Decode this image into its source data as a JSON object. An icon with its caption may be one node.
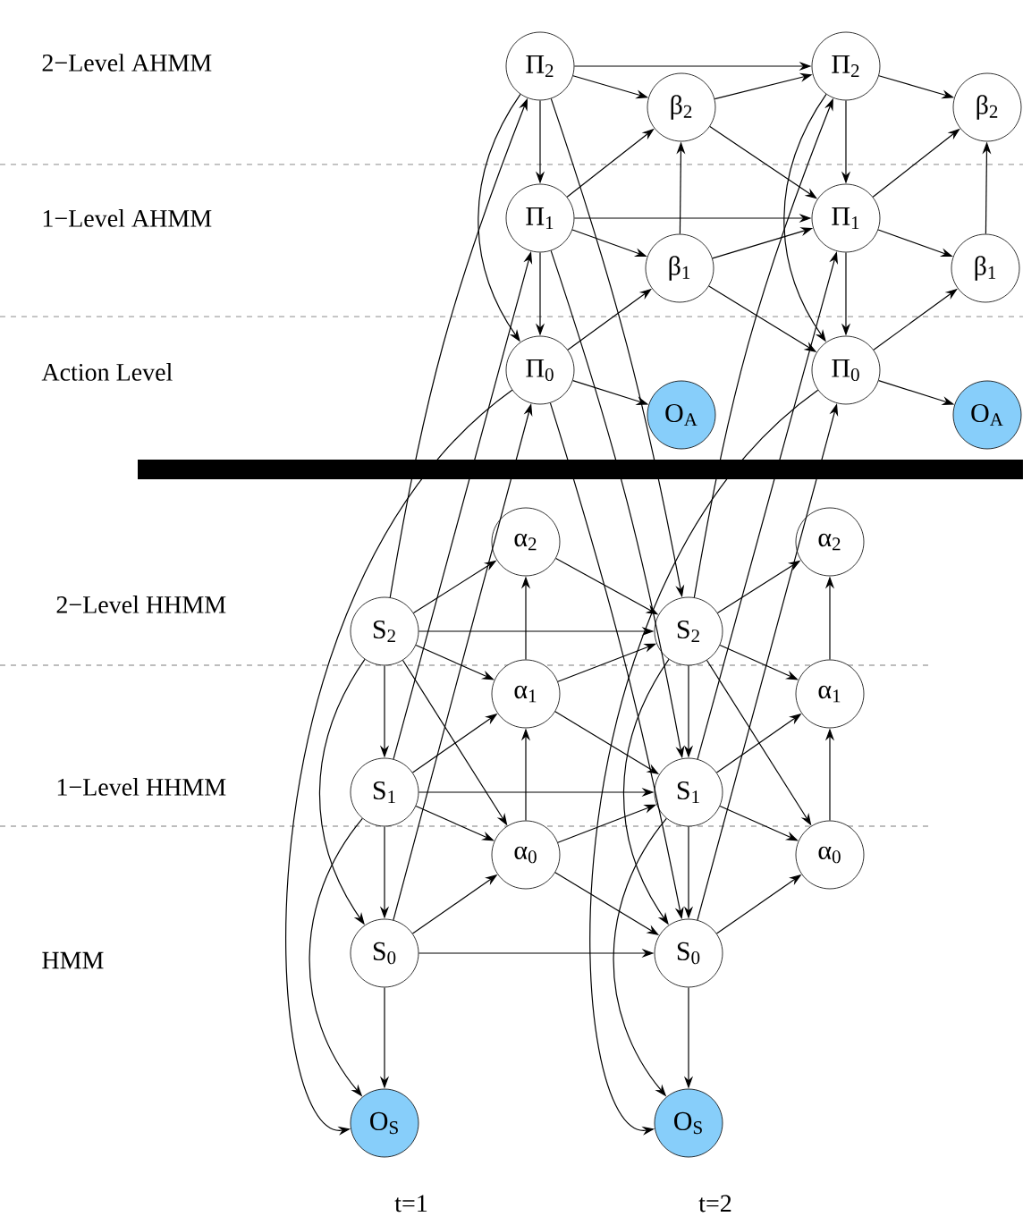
{
  "diagram": {
    "nodes": [
      {
        "text": [
          "Π$_{2}$"
        ]
      },
      {
        "text": [
          "β$_{2}$"
        ]
      },
      {
        "text": [
          "Π$_{1}$"
        ]
      },
      {
        "text": [
          "β$_{1}$"
        ]
      },
      {
        "text": [
          "Π$_{0}$"
        ]
      },
      {
        "text": [
          "O$_{A}$"
        ]
      },
      {
        "text": [
          "Π$_{2}$"
        ]
      },
      {
        "text": [
          "β$_{2}$"
        ]
      },
      {
        "text": [
          "Π$_{1}$"
        ]
      },
      {
        "text": [
          "β$_{1}$"
        ]
      },
      {
        "text": [
          "Π$_{0}$"
        ]
      },
      {
        "text": [
          "O$_{A}$"
        ]
      },
      {
        "text": [
          "S$_{2}$"
        ]
      },
      {
        "text": [
          "α$_{2}$"
        ]
      },
      {
        "text": [
          "α$_{1}$"
        ]
      },
      {
        "text": [
          "S$_{1}$"
        ]
      },
      {
        "text": [
          "α$_{0}$"
        ]
      },
      {
        "text": [
          "S$_{0}$"
        ]
      },
      {
        "text": [
          "O$_{S}$"
        ]
      },
      {
        "text": [
          "S$_{2}$"
        ]
      },
      {
        "text": [
          "α$_{2}$"
        ]
      },
      {
        "text": [
          "α$_{1}$"
        ]
      },
      {
        "text": [
          "S$_{1}$"
        ]
      },
      {
        "text": [
          "α$_{0}$"
        ]
      },
      {
        "text": [
          "S$_{0}$"
        ]
      },
      {
        "text": [
          "O$_{S}$"
        ]
      }
    ],
    "edges": [
      {
        "from": 0,
        "to": 1,
        "arrow": "to"
      },
      {
        "from": 0,
        "to": 2,
        "arrow": "to"
      },
      {
        "from": 2,
        "to": 1,
        "arrow": "to"
      },
      {
        "from": 3,
        "to": 1,
        "arrow": "to"
      },
      {
        "from": 2,
        "to": 3,
        "arrow": "to"
      },
      {
        "from": 2,
        "to": 4,
        "arrow": "to"
      },
      {
        "from": 4,
        "to": 3,
        "arrow": "to"
      },
      {
        "from": 4,
        "to": 5,
        "arrow": "to"
      },
      {
        "from": 0,
        "to": 4,
        "arrow": "to"
      },
      {
        "from": 6,
        "to": 7,
        "arrow": "to"
      },
      {
        "from": 6,
        "to": 8,
        "arrow": "to"
      },
      {
        "from": 8,
        "to": 7,
        "arrow": "to"
      },
      {
        "from": 9,
        "to": 7,
        "arrow": "to"
      },
      {
        "from": 8,
        "to": 9,
        "arrow": "to"
      },
      {
        "from": 8,
        "to": 10,
        "arrow": "to"
      },
      {
        "from": 10,
        "to": 9,
        "arrow": "to"
      },
      {
        "from": 10,
        "to": 11,
        "arrow": "to"
      },
      {
        "from": 6,
        "to": 10,
        "arrow": "to"
      },
      {
        "from": 0,
        "to": 6,
        "arrow": "to"
      },
      {
        "from": 1,
        "to": 6,
        "arrow": "to"
      },
      {
        "from": 1,
        "to": 8,
        "arrow": "to"
      },
      {
        "from": 2,
        "to": 8,
        "arrow": "to"
      },
      {
        "from": 3,
        "to": 8,
        "arrow": "to"
      },
      {
        "from": 3,
        "to": 10,
        "arrow": "to"
      },
      {
        "from": 12,
        "to": 13,
        "arrow": "to"
      },
      {
        "from": 12,
        "to": 14,
        "arrow": "to"
      },
      {
        "from": 12,
        "to": 15,
        "arrow": "to"
      },
      {
        "from": 14,
        "to": 13,
        "arrow": "to"
      },
      {
        "from": 15,
        "to": 14,
        "arrow": "to"
      },
      {
        "from": 15,
        "to": 16,
        "arrow": "to"
      },
      {
        "from": 15,
        "to": 17,
        "arrow": "to"
      },
      {
        "from": 16,
        "to": 14,
        "arrow": "to"
      },
      {
        "from": 17,
        "to": 16,
        "arrow": "to"
      },
      {
        "from": 12,
        "to": 16,
        "arrow": "to"
      },
      {
        "from": 12,
        "to": 17,
        "arrow": "to"
      },
      {
        "from": 17,
        "to": 18,
        "arrow": "to"
      },
      {
        "from": 19,
        "to": 20,
        "arrow": "to"
      },
      {
        "from": 19,
        "to": 21,
        "arrow": "to"
      },
      {
        "from": 19,
        "to": 22,
        "arrow": "to"
      },
      {
        "from": 21,
        "to": 20,
        "arrow": "to"
      },
      {
        "from": 22,
        "to": 21,
        "arrow": "to"
      },
      {
        "from": 22,
        "to": 23,
        "arrow": "to"
      },
      {
        "from": 22,
        "to": 24,
        "arrow": "to"
      },
      {
        "from": 23,
        "to": 21,
        "arrow": "to"
      },
      {
        "from": 24,
        "to": 23,
        "arrow": "to"
      },
      {
        "from": 19,
        "to": 23,
        "arrow": "to"
      },
      {
        "from": 19,
        "to": 24,
        "arrow": "to"
      },
      {
        "from": 24,
        "to": 25,
        "arrow": "to"
      },
      {
        "from": 12,
        "to": 19,
        "arrow": "to"
      },
      {
        "from": 13,
        "to": 19,
        "arrow": "to"
      },
      {
        "from": 14,
        "to": 19,
        "arrow": "to"
      },
      {
        "from": 14,
        "to": 22,
        "arrow": "to"
      },
      {
        "from": 15,
        "to": 22,
        "arrow": "to"
      },
      {
        "from": 16,
        "to": 22,
        "arrow": "to"
      },
      {
        "from": 16,
        "to": 24,
        "arrow": "to"
      },
      {
        "from": 17,
        "to": 24,
        "arrow": "to"
      },
      {
        "from": 12,
        "to": 0,
        "arrow": "to"
      },
      {
        "from": 15,
        "to": 2,
        "arrow": "to"
      },
      {
        "from": 17,
        "to": 4,
        "arrow": "to"
      },
      {
        "from": 19,
        "to": 6,
        "arrow": "to"
      },
      {
        "from": 22,
        "to": 8,
        "arrow": "to"
      },
      {
        "from": 24,
        "to": 10,
        "arrow": "to"
      },
      {
        "from": 0,
        "to": 19,
        "arrow": "to"
      },
      {
        "from": 2,
        "to": 22,
        "arrow": "to"
      },
      {
        "from": 4,
        "to": 24,
        "arrow": "to"
      },
      {
        "from": 15,
        "to": 18,
        "arrow": "to"
      },
      {
        "from": 4,
        "to": 18,
        "arrow": "to"
      },
      {
        "from": 22,
        "to": 25,
        "arrow": "to"
      },
      {
        "from": 10,
        "to": 25,
        "arrow": "to"
      }
    ],
    "labels": [
      "2−Level AHMM",
      "1−Level AHMM",
      "Action Level",
      "2−Level HHMM",
      "1−Level HHMM",
      "HMM",
      "t=1",
      "t=2"
    ]
  }
}
